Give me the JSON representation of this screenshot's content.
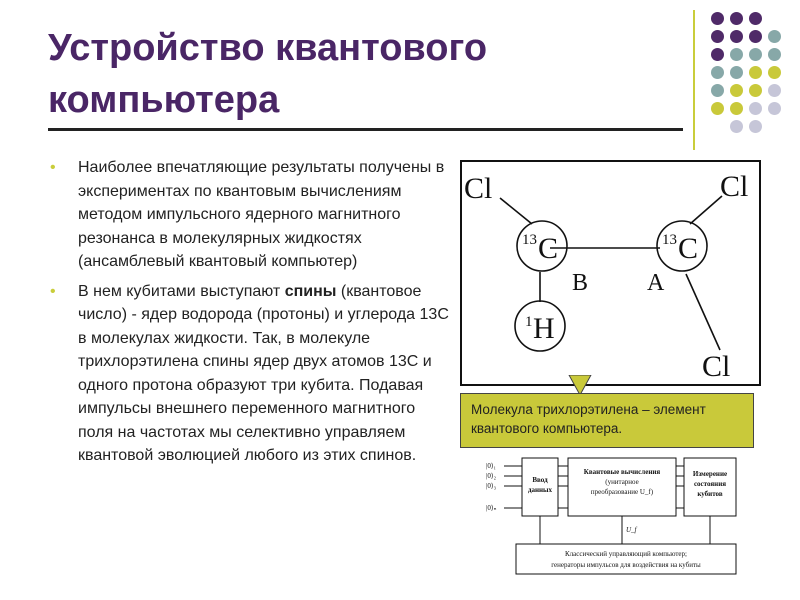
{
  "title": "Устройство квантового компьютера",
  "bullets": [
    {
      "text": "Наиболее впечатляющие результаты получены в экспериментах по квантовым вычислениям методом импульсного ядерного магнитного резонанса в молекулярных жидкостях (ансамблевый квантовый компьютер)"
    },
    {
      "before": "В нем кубитами выступают ",
      "bold": "спины",
      "after": " (квантовое число) - ядер водорода (протоны) и углерода 13С в молекулах жидкости. Так, в молекуле трихлорэтилена спины ядер двух атомов 13С и одного протона образуют три кубита. Подавая импульсы внешнего переменного магнитного поля на частотах мы селективно управляем квантовой эволюцией любого из этих спинов."
    }
  ],
  "molecule": {
    "cl_top_left": "Cl",
    "cl_top_right": "Cl",
    "cl_bottom": "Cl",
    "c_left_sup": "13",
    "c_left": "C",
    "c_right_sup": "13",
    "c_right": "C",
    "h_sup": "1",
    "h": "H",
    "label_b": "B",
    "label_a": "A"
  },
  "caption": "Молекула трихлорэтилена – элемент квантового компьютера.",
  "diagram": {
    "q1": "|0⟩₁",
    "q2": "|0⟩₂",
    "q3": "|0⟩₃",
    "qn": "|0⟩ₙ",
    "input_line1": "Ввод",
    "input_line2": "данных",
    "compute_line1": "Квантовые вычисления",
    "compute_line2": "(унитарное",
    "compute_line3": "преобразование U_f)",
    "measure_line1": "Измерение",
    "measure_line2": "состояния",
    "measure_line3": "кубитов",
    "uf_label": "U_f",
    "classical_line1": "Классический управляющий компьютер;",
    "classical_line2": "генераторы импульсов для воздействия на кубиты"
  },
  "colors": {
    "title": "#4a2666",
    "purple_dot": "#4f2a68",
    "teal_dot": "#87a8a8",
    "olive_dot": "#c9c93a",
    "lavender_dot": "#c6c6d8",
    "caption_bg": "#c9c93a"
  }
}
